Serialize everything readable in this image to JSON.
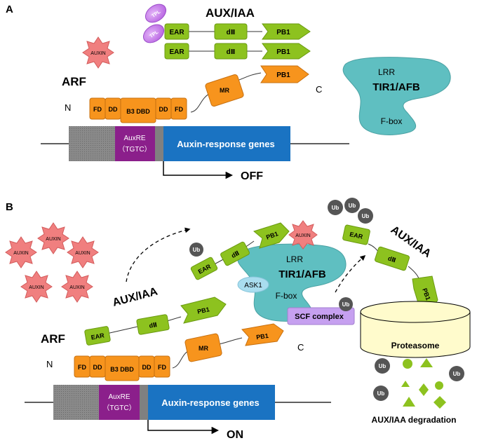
{
  "panels": {
    "a_label": "A",
    "b_label": "B"
  },
  "terms": {
    "auxin": "AUXIN",
    "tpl": "TPL",
    "ear": "EAR",
    "d2": "dⅡ",
    "pb1": "PB1",
    "aux_iaa": "AUX/IAA",
    "arf": "ARF",
    "n": "N",
    "c": "C",
    "fd": "FD",
    "dd": "DD",
    "b3dbd": "B3 DBD",
    "mr": "MR",
    "auxre": "AuxRE",
    "tgtc": "（TGTC）",
    "genes": "Auxin-response genes",
    "lrr": "LRR",
    "tir1": "TIR1/AFB",
    "fbox": "F-box",
    "ask1": "ASK1",
    "ub": "Ub",
    "scf": "SCF complex",
    "proteasome": "Proteasome",
    "degradation": "AUX/IAA degradation",
    "off": "OFF",
    "on": "ON"
  },
  "colors": {
    "green": "#8DC21F",
    "orange": "#F7941D",
    "purple_tpl": "#C77DEB",
    "auxin_red": "#F07F7F",
    "tir_teal": "#5FBFC1",
    "gene_blue": "#1A73C2",
    "auxre_purple": "#8B1F8B",
    "promoter_gray": "#808080",
    "scf_lilac": "#C6A0F0",
    "ub_gray": "#555555",
    "proteasome_yellow": "#FFFBCC"
  }
}
